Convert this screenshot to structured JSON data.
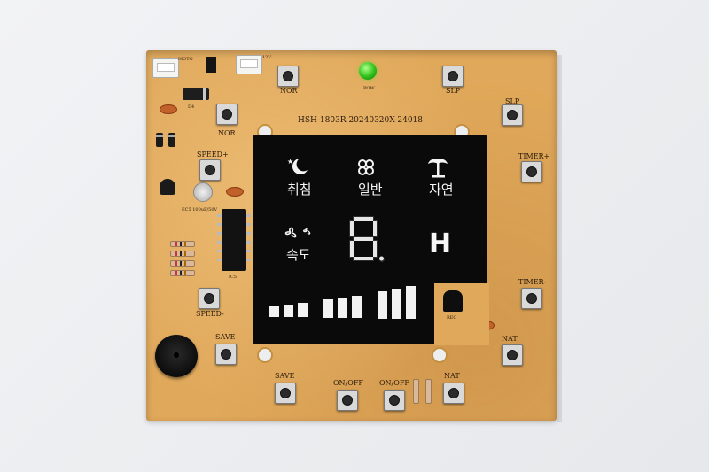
{
  "board": {
    "model_code": "HSH-1803R  20240320X-24018",
    "power_labels": [
      "12V",
      "MOTO"
    ]
  },
  "display": {
    "modes": [
      {
        "icon": "moon-star-icon",
        "label": "취침"
      },
      {
        "icon": "fan-icon",
        "label": "일반"
      },
      {
        "icon": "palm-tree-icon",
        "label": "자연"
      }
    ],
    "speed_label": "속도",
    "digit": "8.",
    "h_label": "H"
  },
  "buttons": {
    "nor": "NOR",
    "slp": "SLP",
    "speed_plus": "SPEED+",
    "speed_minus": "SPEED-",
    "timer_plus": "TIMER+",
    "timer_minus": "TIMER-",
    "save": "SAVE",
    "on_off": "ON/OFF",
    "nat": "NAT"
  },
  "components": {
    "led": "POW",
    "ic": "IC5",
    "cap": "EC5 100uF/50V",
    "ir": "REC",
    "d4": "D4"
  }
}
